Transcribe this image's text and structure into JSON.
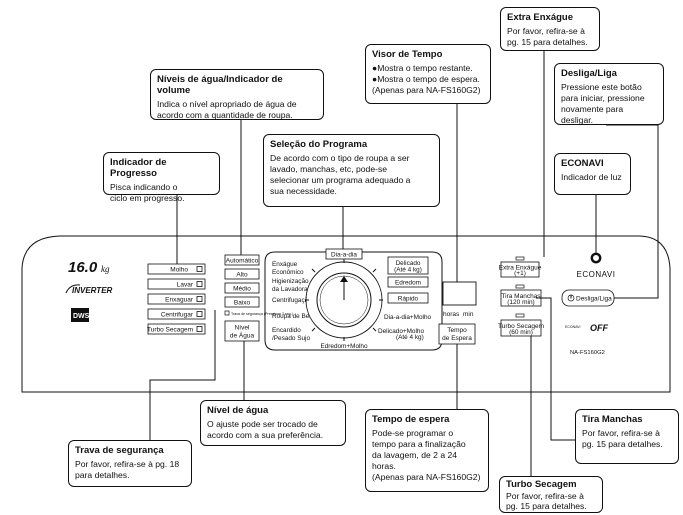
{
  "panel": {
    "capacity": "16.0",
    "capacity_unit": "kg",
    "inverter_logo": "INVERTER",
    "dws_logo": "DWS",
    "brand_econavi": "ECONAVI",
    "model": "NA-FS160G2",
    "turbo_econavi_label": "OFF",
    "progress_buttons": [
      "Molho",
      "Lavar",
      "Enxaguar",
      "Centrifugar",
      "Turbo Secagem"
    ],
    "water_level_buttons": [
      "Automático",
      "Alto",
      "Médio",
      "Baixo"
    ],
    "child_lock_label": "Trava de segurança (Pressione 3 seg.)",
    "water_level_button": [
      "Nível",
      "de Água"
    ],
    "programs": {
      "top": "Dia-a-dia",
      "left": [
        "Enxágue",
        "Econômico",
        "Higienização",
        "da Lavadora",
        "Centrifugação",
        "Roupa de Bebê",
        "Encardido",
        "/Pesado Sujo"
      ],
      "right_boxed": [
        "Delicado",
        "Edredom",
        "Rápido"
      ],
      "delicado_sub": "(Até 4 kg)",
      "right_plain": [
        "Dia-a-dia+Molho",
        "Delicado+Molho"
      ],
      "delicado_molho_sub": "(Até 4 kg)",
      "bottom": "Edredom+Molho"
    },
    "display_units": [
      "horas",
      "min"
    ],
    "tempo_button": [
      "Tempo",
      "de Espera"
    ],
    "extra_rinse_button": [
      "Extra Enxágue",
      "(+1)"
    ],
    "stain_button": [
      "Tira Manchas",
      "(120 min)"
    ],
    "turbo_button": [
      "Turbo Secagem",
      "(60 min)"
    ],
    "power_button": "Desliga/Liga"
  },
  "callouts": {
    "extra_enxague": {
      "title": "Extra Enxágue",
      "body": "Por favor, refira-se à\npg. 15 para detalhes."
    },
    "visor_tempo": {
      "title": "Visor de Tempo",
      "body": "●Mostra o tempo restante.\n●Mostra o tempo de espera.\n(Apenas para NA-FS160G2)"
    },
    "desliga_liga": {
      "title": "Desliga/Liga",
      "body": "Pressione este botão\npara iniciar, pressione\nnovamente para desligar."
    },
    "niveis_agua": {
      "title": "Níveis de água/Indicador de volume",
      "body": "Indica o nível apropriado de água de\nacordo com a quantidade de roupa."
    },
    "selecao_programa": {
      "title": "Seleção do Programa",
      "body": "De acordo com o tipo de roupa a ser\nlavado, manchas, etc, pode-se\nselecionar um programa adequado a\nsua necessidade."
    },
    "econavi": {
      "title": "ECONAVI",
      "body": "Indicador de luz"
    },
    "indicador_progresso": {
      "title": "Indicador de Progresso",
      "body": "Pisca indicando o\nciclo em progresso."
    },
    "nivel_agua": {
      "title": "Nível de água",
      "body": "O ajuste pode ser trocado de\nacordo com a sua preferência."
    },
    "tempo_espera": {
      "title": "Tempo de espera",
      "body": "Pode-se programar o\ntempo para a finalização\nda lavagem, de 2 a 24\nhoras.\n(Apenas para NA-FS160G2)"
    },
    "tira_manchas": {
      "title": "Tira Manchas",
      "body": "Por favor, refira-se à\npg. 15 para detalhes."
    },
    "trava_seguranca": {
      "title": "Trava de segurança",
      "body": "Por favor, refira-se à pg. 18\npara detalhes."
    },
    "turbo_secagem": {
      "title": "Turbo Secagem",
      "body": "Por favor, refira-se à\npg. 15 para detalhes."
    }
  }
}
